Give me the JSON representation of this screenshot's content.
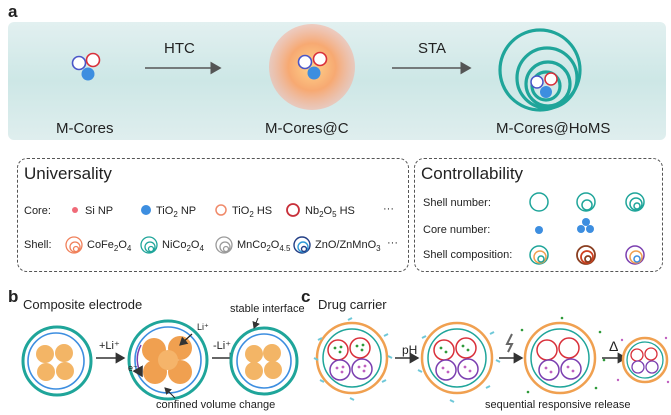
{
  "panel_a": {
    "letter": "a",
    "arrow1_label": "HTC",
    "arrow2_label": "STA",
    "stage1_label": "M-Cores",
    "stage2_label": "M-Cores@C",
    "stage3_label": "M-Cores@HoMS"
  },
  "universality": {
    "title": "Universality",
    "core_label": "Core:",
    "core_items": [
      {
        "text": "Si NP"
      },
      {
        "text": "TiO",
        "sub": "2",
        "tail": " NP"
      },
      {
        "text": "TiO",
        "sub": "2",
        "tail": " HS"
      },
      {
        "text": "Nb",
        "sub": "2",
        "mid": "O",
        "sub2": "5",
        "tail": " HS"
      }
    ],
    "shell_label": "Shell:",
    "shell_items": [
      {
        "text": "CoFe",
        "sub": "2",
        "mid": "O",
        "sub2": "4"
      },
      {
        "text": "NiCo",
        "sub": "2",
        "mid": "O",
        "sub2": "4"
      },
      {
        "text": "MnCo",
        "sub": "2",
        "mid": "O",
        "sub2": "4.5"
      },
      {
        "text": "ZnO/ZnMnO",
        "sub": "3"
      }
    ],
    "ellipsis": "···"
  },
  "controllability": {
    "title": "Controllability",
    "rows": [
      "Shell number:",
      "Core number:",
      "Shell composition:"
    ]
  },
  "panel_b": {
    "letter": "b",
    "title": "Composite electrode",
    "plus_li": "+Li⁺",
    "minus_li": "-Li⁺",
    "li_small": "Li⁺",
    "electron": "e⁻",
    "stable_interface": "stable interface",
    "confined_volume": "confined volume change"
  },
  "panel_c": {
    "letter": "c",
    "title": "Drug carrier",
    "ph": "pH",
    "delta": "Δ",
    "release": "sequential responsive release"
  },
  "colors": {
    "teal": "#1fa59a",
    "orange": "#f0a050",
    "blue": "#3d8ee0",
    "red": "#d9303a",
    "pink": "#f06a78",
    "gray": "#9a9a9a",
    "navy": "#233f86",
    "brown": "#8a3e20",
    "purple": "#7b3fb0"
  }
}
